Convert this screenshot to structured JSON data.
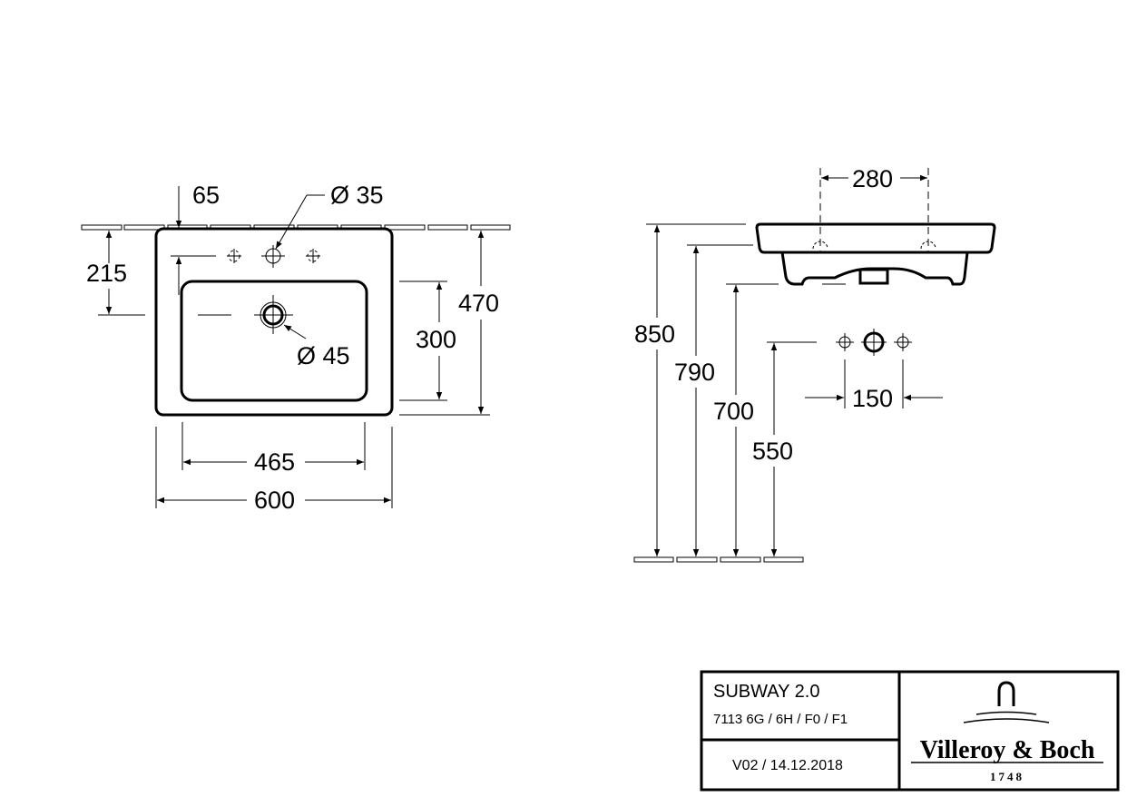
{
  "front_view": {
    "dim_tap_offset": "65",
    "dim_tap_hole": "Ø 35",
    "dim_drain_depth": "215",
    "dim_drain_hole": "Ø 45",
    "dim_bowl_depth": "300",
    "dim_total_depth": "470",
    "dim_bowl_width": "465",
    "dim_total_width": "600"
  },
  "side_view": {
    "dim_tap_spacing": "280",
    "dim_top_height": "850",
    "dim_rim_height": "790",
    "dim_bottom_height": "700",
    "dim_supply_height": "550",
    "dim_supply_spacing": "150"
  },
  "title_block": {
    "product": "SUBWAY 2.0",
    "article_numbers": "7113 6G / 6H / F0 / F1",
    "version": "V02 / 14.12.2018",
    "brand": "Villeroy & Boch",
    "brand_year": "1748"
  }
}
